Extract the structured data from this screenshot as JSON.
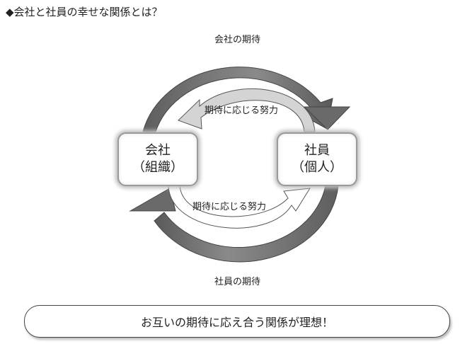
{
  "title": "◆会社と社員の幸せな関係とは？",
  "company": {
    "line1": "会社",
    "line2": "（組織）"
  },
  "employee": {
    "line1": "社員",
    "line2": "（個人）"
  },
  "labels": {
    "company_expectation": "会社の期待",
    "employee_expectation": "社員の期待",
    "effort_to_company": "期待に応じる努力",
    "effort_to_employee": "期待に応じる努力"
  },
  "footer": "お互いの期待に応え合う関係が理想！",
  "colors": {
    "dark_arrow": "#6b6b6b",
    "light_arrow": "#d0d0d0"
  }
}
